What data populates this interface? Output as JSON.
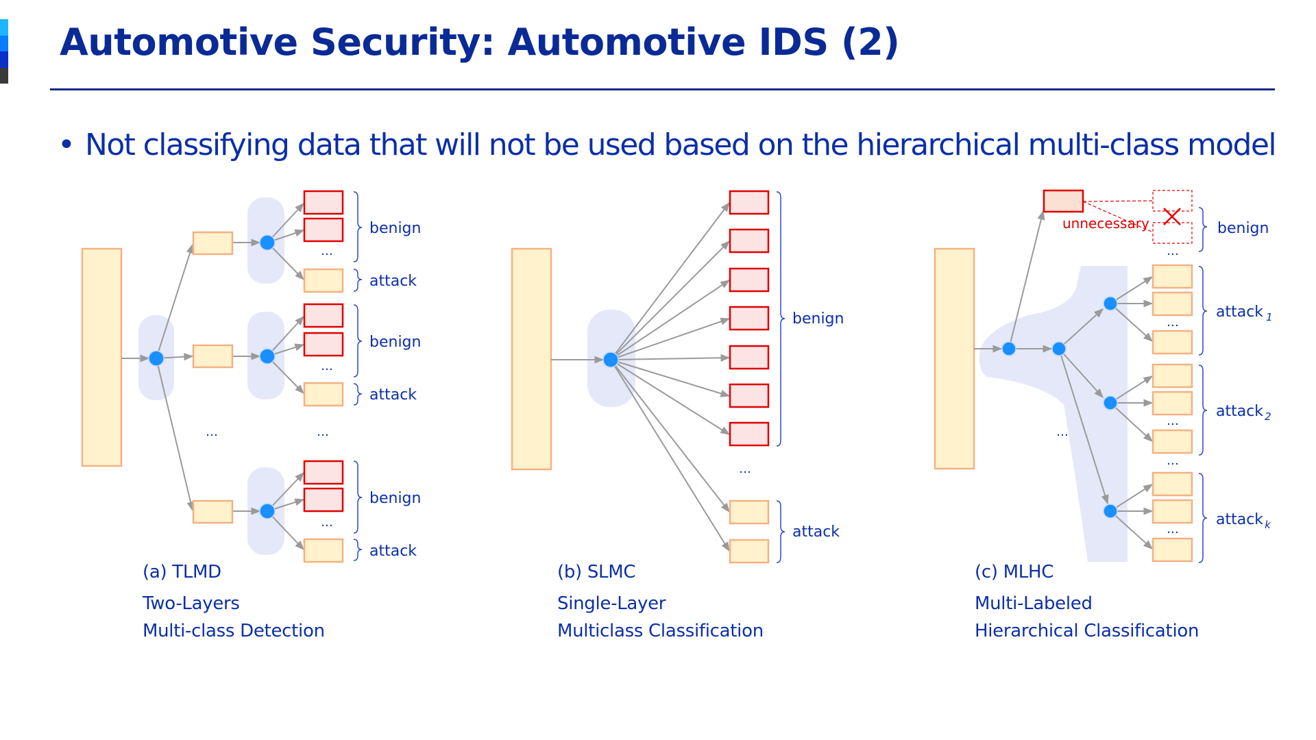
{
  "title": "Automotive Security: Automotive IDS (2)",
  "bullet": "Not classifying data that will not be used based on the hierarchical multi-class model",
  "colors": {
    "title": "#0a2a96",
    "text": "#0b2fa8",
    "accent_bar": [
      "#1fb4ff",
      "#0a7cff",
      "#0a2fc8",
      "#3a3a3a"
    ],
    "input_fill": "#fff2cc",
    "input_stroke": "#f4b183",
    "benign_fill": "#fde4e4",
    "benign_stroke": "#e00000",
    "node": "#1a8fff",
    "group_shade": "#e5e8f8",
    "arrow": "#9a9a9a",
    "unnecessary": "#e00000"
  },
  "labels": {
    "benign": "benign",
    "attack": "attack",
    "ellipsis": "…",
    "unnecessary": "unnecessary",
    "attack_1": "attack",
    "attack_2": "attack",
    "attack_k": "attack",
    "sub_1": "1",
    "sub_2": "2",
    "sub_k": "k"
  },
  "captions": {
    "tlmd": {
      "id": "(a) TLMD",
      "line1": "Two-Layers",
      "line2": "Multi-class Detection"
    },
    "slmc": {
      "id": "(b) SLMC",
      "line1": "Single-Layer",
      "line2": "Multiclass Classification"
    },
    "mlhc": {
      "id": "(c) MLHC",
      "line1": "Multi-Labeled",
      "line2": "Hierarchical Classification"
    }
  }
}
